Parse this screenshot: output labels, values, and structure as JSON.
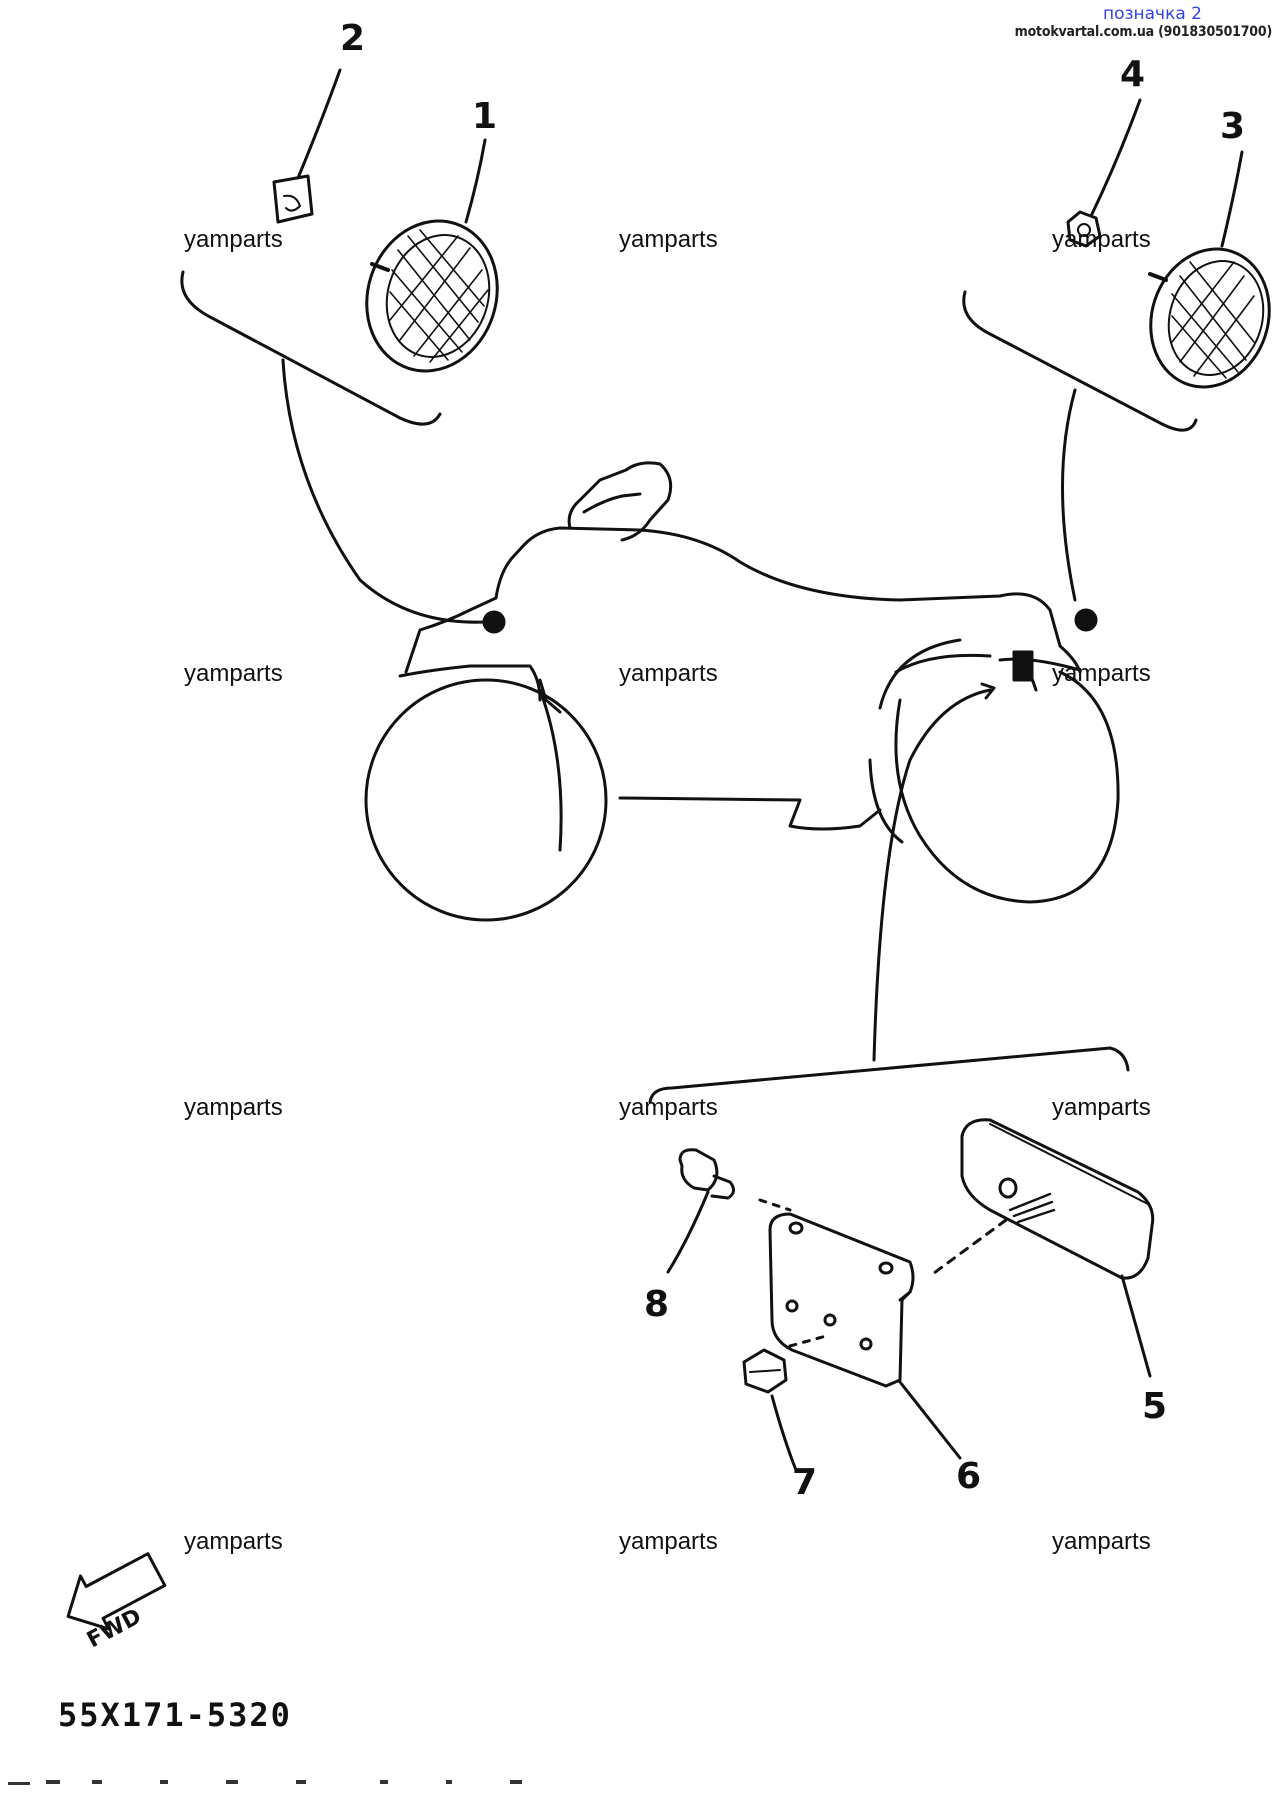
{
  "header": {
    "label": "позначка 2",
    "source": "motokvartal.com.ua (901830501700)"
  },
  "watermark": "yamparts",
  "callouts": [
    "1",
    "2",
    "3",
    "4",
    "5",
    "6",
    "7",
    "8"
  ],
  "fwd_label": "FWD",
  "part_number": "55X171-5320"
}
